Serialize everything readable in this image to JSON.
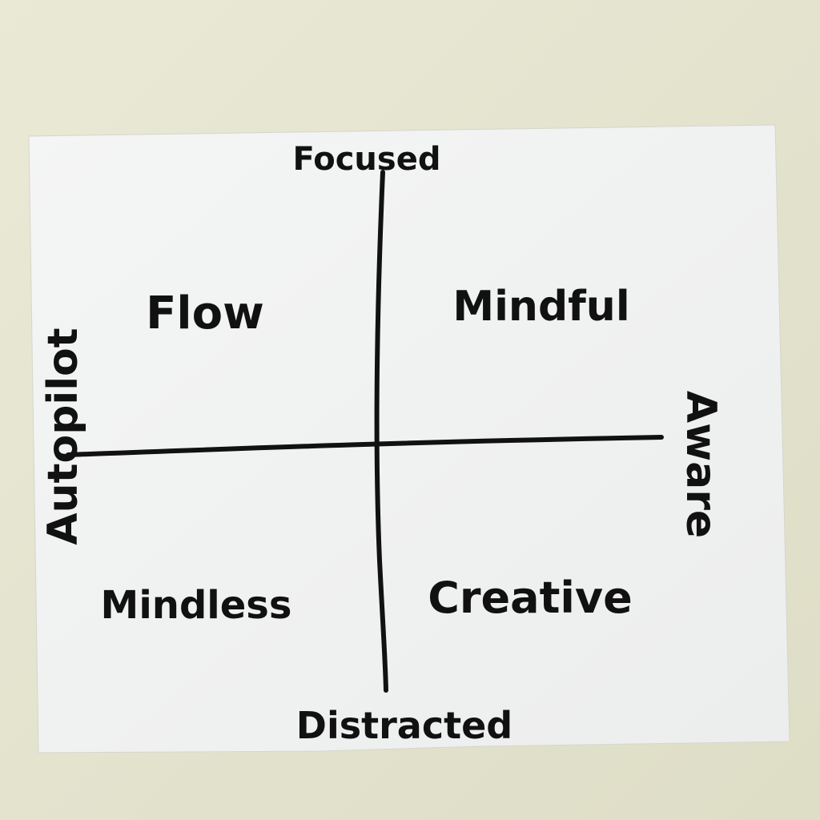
{
  "diagram": {
    "axes": {
      "top": "Focused",
      "bottom": "Distracted",
      "left": "Autopilot",
      "right": "Aware"
    },
    "quadrants": {
      "top_left": "Flow",
      "top_right": "Mindful",
      "bottom_left": "Mindless",
      "bottom_right": "Creative"
    }
  },
  "colors": {
    "background": "#e4e4cf",
    "paper": "#f2f3f3",
    "ink": "#111111"
  }
}
